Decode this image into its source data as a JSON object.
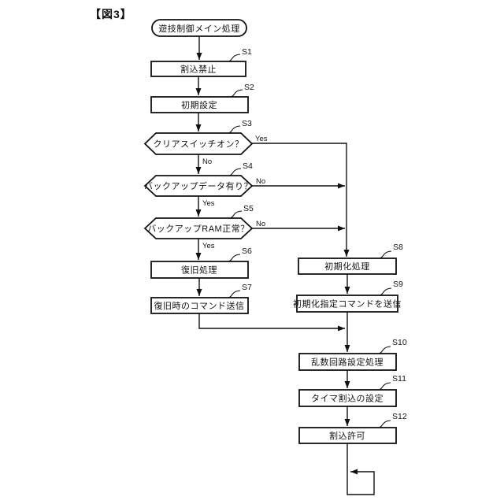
{
  "figure_label": "【図3】",
  "flowchart": {
    "type": "flowchart",
    "start": "遊技制御メイン処理",
    "nodes": [
      {
        "id": "S1",
        "type": "process",
        "label": "割込禁止"
      },
      {
        "id": "S2",
        "type": "process",
        "label": "初期設定"
      },
      {
        "id": "S3",
        "type": "decision",
        "label": "クリアスイッチオン？",
        "yes": "right-to-S8-trunk",
        "no": "down-to-S4"
      },
      {
        "id": "S4",
        "type": "decision",
        "label": "バックアップデータ有り？",
        "yes": "down-to-S5",
        "no": "right-to-S8-trunk"
      },
      {
        "id": "S5",
        "type": "decision",
        "label": "バックアップRAM正常？",
        "yes": "down-to-S6",
        "no": "right-to-S8-trunk"
      },
      {
        "id": "S6",
        "type": "process",
        "label": "復旧処理"
      },
      {
        "id": "S7",
        "type": "process",
        "label": "復旧時のコマンド送信"
      },
      {
        "id": "S8",
        "type": "process",
        "label": "初期化処理"
      },
      {
        "id": "S9",
        "type": "process",
        "label": "初期化指定コマンドを送信"
      },
      {
        "id": "S10",
        "type": "process",
        "label": "乱数回路設定処理"
      },
      {
        "id": "S11",
        "type": "process",
        "label": "タイマ割込の設定"
      },
      {
        "id": "S12",
        "type": "process",
        "label": "割込許可"
      }
    ],
    "branch_labels": {
      "yes": "Yes",
      "no": "No"
    },
    "colors": {
      "line": "#111111",
      "background": "#ffffff"
    }
  }
}
